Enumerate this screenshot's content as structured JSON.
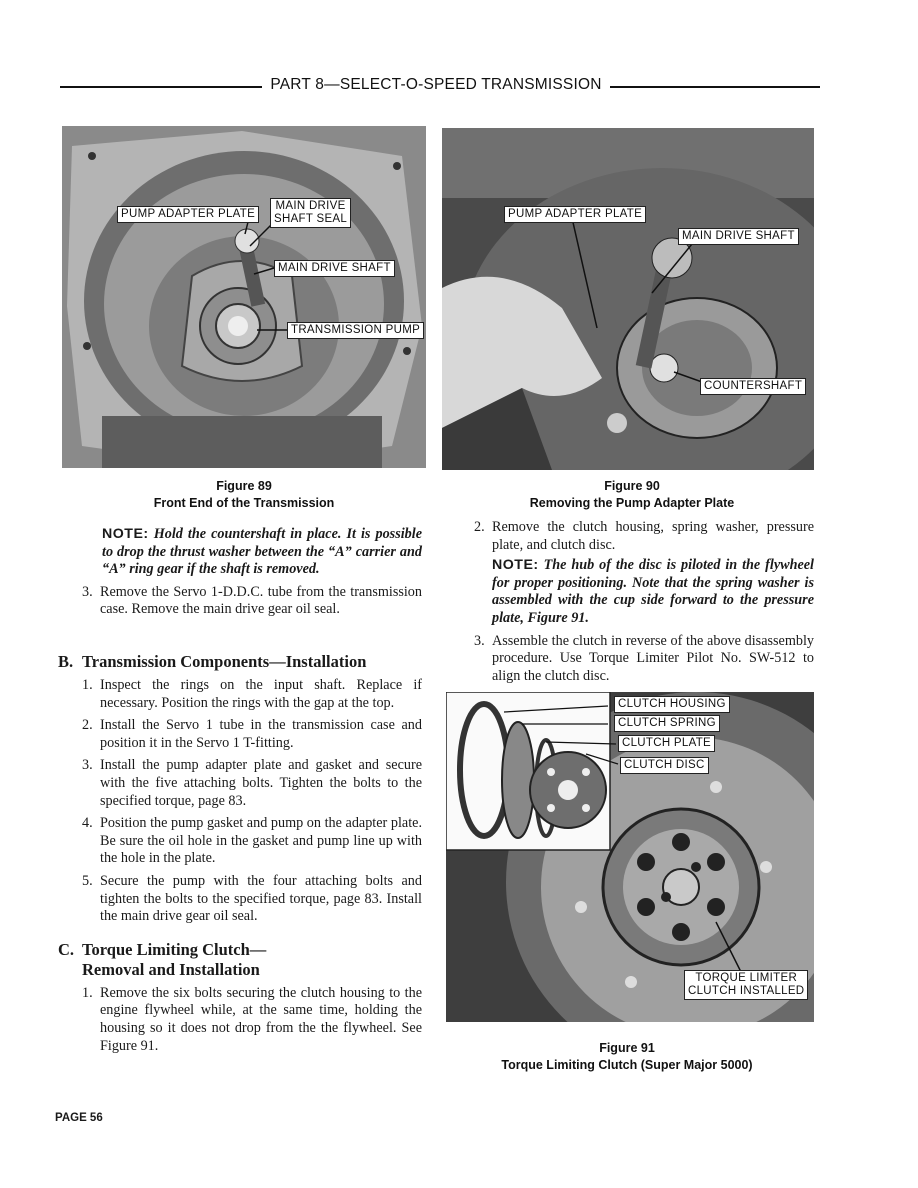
{
  "header": {
    "title": "PART 8—SELECT-O-SPEED TRANSMISSION"
  },
  "figure89": {
    "labels": {
      "pump_adapter_plate": "PUMP ADAPTER PLATE",
      "main_drive_shaft_seal_1": "MAIN DRIVE",
      "main_drive_shaft_seal_2": "SHAFT SEAL",
      "main_drive_shaft": "MAIN DRIVE SHAFT",
      "transmission_pump": "TRANSMISSION PUMP"
    },
    "caption_number": "Figure 89",
    "caption_title": "Front End of the Transmission"
  },
  "figure90": {
    "labels": {
      "pump_adapter_plate": "PUMP ADAPTER PLATE",
      "main_drive_shaft": "MAIN DRIVE SHAFT",
      "countershaft": "COUNTERSHAFT"
    },
    "caption_number": "Figure 90",
    "caption_title": "Removing the Pump Adapter Plate"
  },
  "figure91": {
    "labels": {
      "clutch_housing": "CLUTCH HOUSING",
      "clutch_spring": "CLUTCH SPRING",
      "clutch_plate": "CLUTCH PLATE",
      "clutch_disc": "CLUTCH DISC",
      "torque_limiter_1": "TORQUE LIMITER",
      "torque_limiter_2": "CLUTCH INSTALLED"
    },
    "caption_number": "Figure 91",
    "caption_title": "Torque Limiting Clutch (Super Major 5000)"
  },
  "left_column": {
    "note_label": "NOTE:",
    "note_text": "Hold the countershaft in place. It is possible to drop the thrust washer between the “A” carrier and “A” ring gear if the shaft is removed.",
    "step3_num": "3.",
    "step3_text": "Remove the Servo 1-D.D.C. tube from the transmission case. Remove the main drive gear oil seal.",
    "section_b_letter": "B.",
    "section_b_title": "Transmission Components—Installation",
    "b_items": [
      {
        "num": "1.",
        "text": "Inspect the rings on the input shaft. Replace if necessary. Position the rings with the gap at the top."
      },
      {
        "num": "2.",
        "text": "Install the Servo 1 tube in the transmission case and position it in the Servo 1 T-fitting."
      },
      {
        "num": "3.",
        "text": "Install the pump adapter plate and gasket and secure with the five attaching bolts. Tighten the bolts to the specified torque, page 83."
      },
      {
        "num": "4.",
        "text": "Position the pump gasket and pump on the adapter plate. Be sure the oil hole in the gasket and pump line up with the hole in the plate."
      },
      {
        "num": "5.",
        "text": "Secure the pump with the four attaching bolts and tighten the bolts to the specified torque, page 83. Install the main drive gear oil seal."
      }
    ],
    "section_c_letter": "C.",
    "section_c_title_1": "Torque Limiting Clutch—",
    "section_c_title_2": "Removal and Installation",
    "c_item1_num": "1.",
    "c_item1_text": "Remove the six bolts securing the clutch housing to the engine flywheel while, at the same time, holding the housing so it does not drop from the the flywheel. See Figure 91."
  },
  "right_column": {
    "step2_num": "2.",
    "step2_text": "Remove the clutch housing, spring washer, pressure plate, and clutch disc.",
    "note_label": "NOTE:",
    "note_text": "The hub of the disc is piloted in the flywheel for proper positioning. Note that the spring washer is assembled with the cup side forward to the pressure plate, Figure 91.",
    "step3_num": "3.",
    "step3_text": "Assemble the clutch in reverse of the above disassembly procedure. Use Torque Limiter Pilot No. SW-512 to align the clutch disc."
  },
  "footer": {
    "page": "PAGE 56"
  }
}
